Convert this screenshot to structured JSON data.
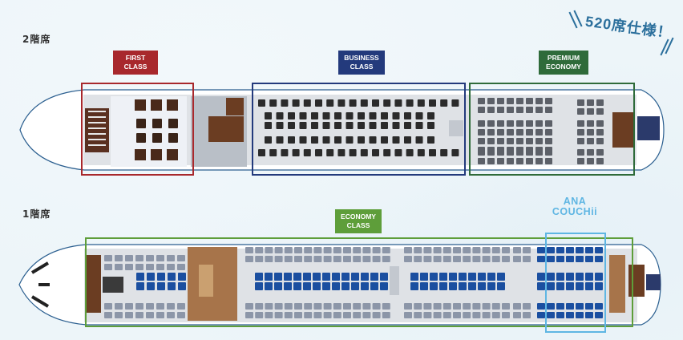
{
  "banner": {
    "text": "520席仕様！"
  },
  "upper_deck": {
    "label": "2階席",
    "cabins": [
      {
        "name": "FIRST\nCLASS",
        "color": "#a8282c"
      },
      {
        "name": "BUSINESS\nCLASS",
        "color": "#233a7c"
      },
      {
        "name": "PREMIUM\nECONOMY",
        "color": "#2f6b3a"
      }
    ]
  },
  "lower_deck": {
    "label": "1階席",
    "cabins": [
      {
        "name": "ECONOMY\nCLASS",
        "color": "#5e9e3a"
      }
    ],
    "couchii": {
      "line1": "ANA",
      "line2": "COUCHii",
      "color": "#5fb6e3"
    }
  },
  "colors": {
    "fuselage": "#ffffff",
    "cabin_floor": "#dfe2e6",
    "galley": "#6b3d22",
    "business_seat": "#2b2b2b",
    "premium_seat": "#5c6068",
    "economy_seat": "#8c96a8",
    "couchii_seat": "#1b4fa0"
  }
}
